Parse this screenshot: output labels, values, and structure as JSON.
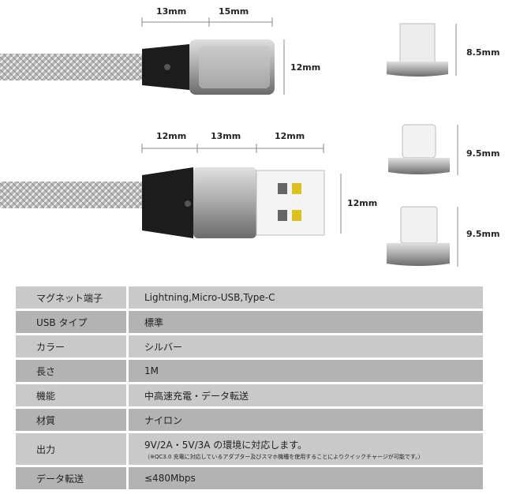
{
  "dimensions": {
    "top_cable": [
      "13mm",
      "15mm",
      "12mm"
    ],
    "usb_cable": [
      "12mm",
      "13mm",
      "12mm",
      "12mm"
    ],
    "micro_usb_tip": "8.5mm",
    "type_c_tip": "9.5mm",
    "lightning_tip": "9.5mm"
  },
  "specs": [
    {
      "label": "マグネット端子",
      "value": "Lightning,Micro-USB,Type-C"
    },
    {
      "label": "USB タイプ",
      "value": "標準"
    },
    {
      "label": "カラー",
      "value": "シルバー"
    },
    {
      "label": "長さ",
      "value": "1M"
    },
    {
      "label": "機能",
      "value": "中高速充電・データ転送"
    },
    {
      "label": "材質",
      "value": "ナイロン"
    },
    {
      "label": "出力",
      "value": "9V/2A・5V/3A の環境に対応します。",
      "note": "（※QC3.0 充電に対応しているアダプター及びスマホ機種を使用することによりクイックチャージが可能です。）"
    },
    {
      "label": "データ転送",
      "value": "≤480Mbps"
    }
  ]
}
